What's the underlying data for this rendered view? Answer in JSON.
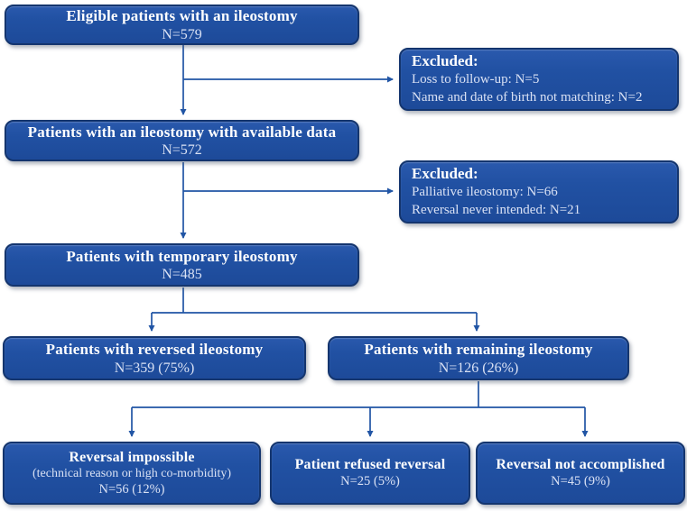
{
  "palette": {
    "box_fill": "#2151a3",
    "box_border": "#14356e",
    "connector_color": "#2155a5",
    "title_color": "#ffffff",
    "secondary_text_color": "#d9e1f4",
    "background": "#ffffff"
  },
  "flow": {
    "eligible": {
      "title": "Eligible patients with an ileostomy",
      "count": "N=579"
    },
    "available": {
      "title": "Patients with an ileostomy with available data",
      "count": "N=572"
    },
    "temporary": {
      "title": "Patients with temporary ileostomy",
      "count": "N=485"
    },
    "reversed": {
      "title": "Patients with reversed ileostomy",
      "count": "N=359 (75%)"
    },
    "remaining": {
      "title": "Patients with remaining ileostomy",
      "count": "N=126 (26%)"
    },
    "impossible": {
      "title": "Reversal impossible",
      "subtitle": "(technical reason or high co-morbidity)",
      "count": "N=56 (12%)"
    },
    "refused": {
      "title": "Patient refused reversal",
      "count": "N=25 (5%)"
    },
    "not_accomplished": {
      "title": "Reversal not accomplished",
      "count": "N=45 (9%)"
    }
  },
  "exclusions": {
    "first": {
      "heading": "Excluded:",
      "items": [
        "Loss to follow-up: N=5",
        "Name and date of birth not matching: N=2"
      ]
    },
    "second": {
      "heading": "Excluded:",
      "items": [
        "Palliative ileostomy: N=66",
        "Reversal never intended: N=21"
      ]
    }
  }
}
